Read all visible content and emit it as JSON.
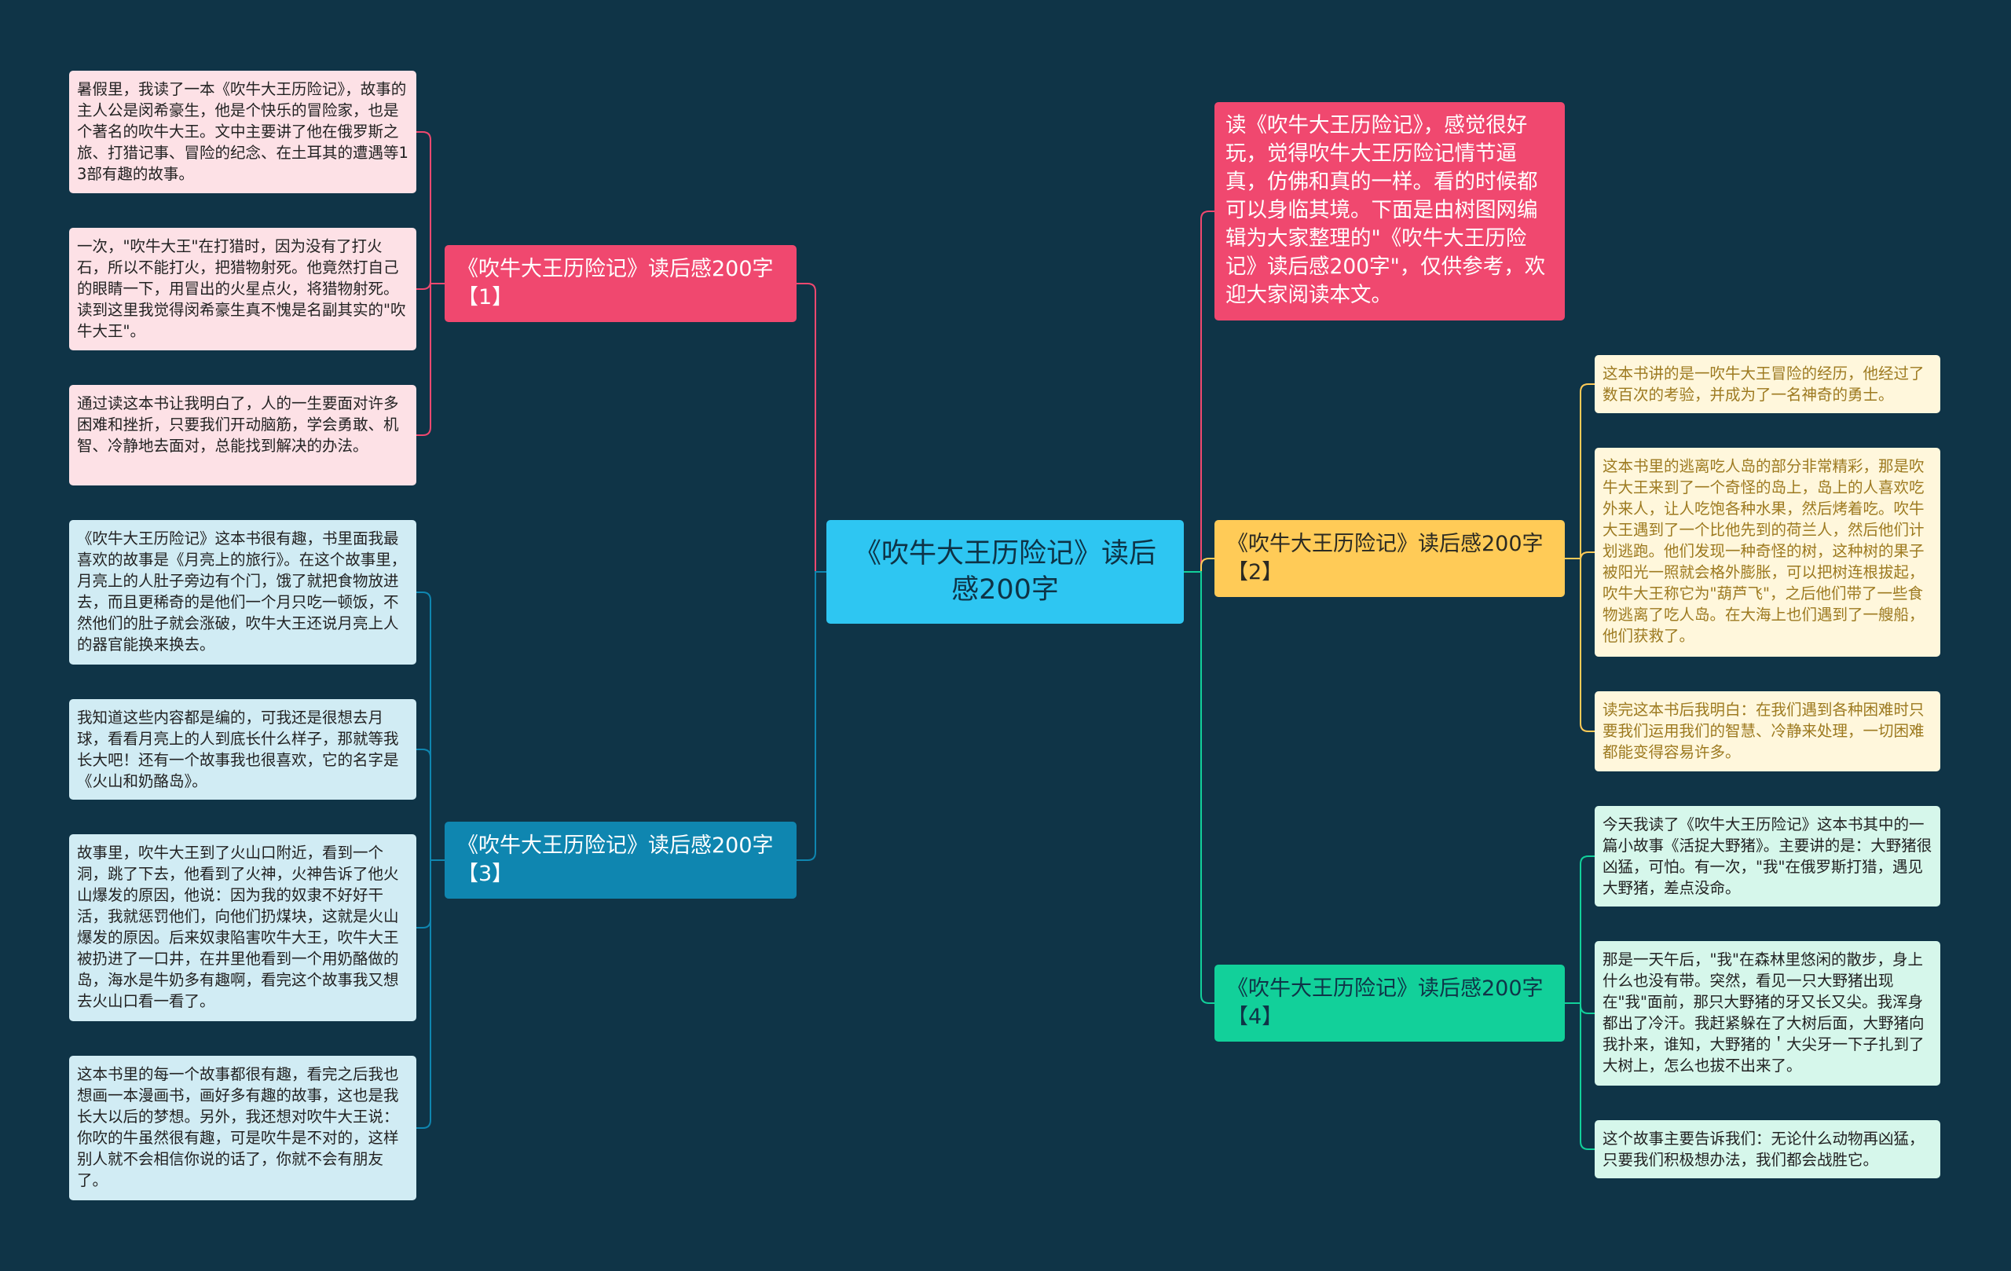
{
  "center": {
    "title": "《吹牛大王历险记》读后感200字"
  },
  "intro": {
    "text": "读《吹牛大王历险记》，感觉很好玩，觉得吹牛大王历险记情节逼真，仿佛和真的一样。看的时候都可以身临其境。下面是由树图网编辑为大家整理的\"《吹牛大王历险记》读后感200字\"，仅供参考，欢迎大家阅读本文。"
  },
  "branches": [
    {
      "label": "《吹牛大王历险记》读后感200字【1】",
      "color": "#f0486f",
      "leaves": [
        "暑假里，我读了一本《吹牛大王历险记》，故事的主人公是闵希豪生，他是个快乐的冒险家，也是个著名的吹牛大王。文中主要讲了他在俄罗斯之旅、打猎记事、冒险的纪念、在土耳其的遭遇等13部有趣的故事。",
        "一次，\"吹牛大王\"在打猎时，因为没有了打火石，所以不能打火，把猎物射死。他竟然打自己的眼睛一下，用冒出的火星点火，将猎物射死。读到这里我觉得闵希豪生真不愧是名副其实的\"吹牛大王\"。",
        "通过读这本书让我明白了，人的一生要面对许多困难和挫折，只要我们开动脑筋，学会勇敢、机智、冷静地去面对，总能找到解决的办法。"
      ]
    },
    {
      "label": "《吹牛大王历险记》读后感200字【2】",
      "color": "#ffcb57",
      "leaves": [
        "这本书讲的是一吹牛大王冒险的经历，他经过了数百次的考验，并成为了一名神奇的勇士。",
        "这本书里的逃离吃人岛的部分非常精彩，那是吹牛大王来到了一个奇怪的岛上，岛上的人喜欢吃外来人，让人吃饱各种水果，然后烤着吃。吹牛大王遇到了一个比他先到的荷兰人，然后他们计划逃跑。他们发现一种奇怪的树，这种树的果子被阳光一照就会格外膨胀，可以把树连根拔起，吹牛大王称它为\"葫芦飞\"，之后他们带了一些食物逃离了吃人岛。在大海上也们遇到了一艘船，他们获救了。",
        "读完这本书后我明白：在我们遇到各种困难时只要我们运用我们的智慧、冷静来处理，一切困难都能变得容易许多。"
      ]
    },
    {
      "label": "《吹牛大王历险记》读后感200字【3】",
      "color": "#0f86b0",
      "leaves": [
        "《吹牛大王历险记》这本书很有趣，书里面我最喜欢的故事是《月亮上的旅行》。在这个故事里，月亮上的人肚子旁边有个门，饿了就把食物放进去，而且更稀奇的是他们一个月只吃一顿饭，不然他们的肚子就会涨破，吹牛大王还说月亮上人的器官能换来换去。",
        "我知道这些内容都是编的，可我还是很想去月球，看看月亮上的人到底长什么样子，那就等我长大吧！还有一个故事我也很喜欢，它的名字是《火山和奶酪岛》。",
        "故事里，吹牛大王到了火山口附近，看到一个洞，跳了下去，他看到了火神，火神告诉了他火山爆发的原因，他说：因为我的奴隶不好好干活，我就惩罚他们，向他们扔煤块，这就是火山爆发的原因。后来奴隶陷害吹牛大王，吹牛大王被扔进了一口井，在井里他看到一个用奶酪做的岛，海水是牛奶多有趣啊，看完这个故事我又想去火山口看一看了。",
        "这本书里的每一个故事都很有趣，看完之后我也想画一本漫画书，画好多有趣的故事，这也是我长大以后的梦想。另外，我还想对吹牛大王说：你吹的牛虽然很有趣，可是吹牛是不对的，这样别人就不会相信你说的话了，你就不会有朋友了。"
      ]
    },
    {
      "label": "《吹牛大王历险记》读后感200字【4】",
      "color": "#12d09a",
      "leaves": [
        "今天我读了《吹牛大王历险记》这本书其中的一篇小故事《活捉大野猪》。主要讲的是：大野猪很凶猛，可怕。有一次，\"我\"在俄罗斯打猎，遇见大野猪，差点没命。",
        "那是一天午后，\"我\"在森林里悠闲的散步，身上什么也没有带。突然，看见一只大野猪出现在\"我\"面前，那只大野猪的牙又长又尖。我浑身都出了冷汗。我赶紧躲在了大树后面，大野猪向我扑来，谁知，大野猪的＇大尖牙一下子扎到了大树上，怎么也拔不出来了。",
        "这个故事主要告诉我们：无论什么动物再凶猛，只要我们积极想办法，我们都会战胜它。"
      ]
    }
  ]
}
